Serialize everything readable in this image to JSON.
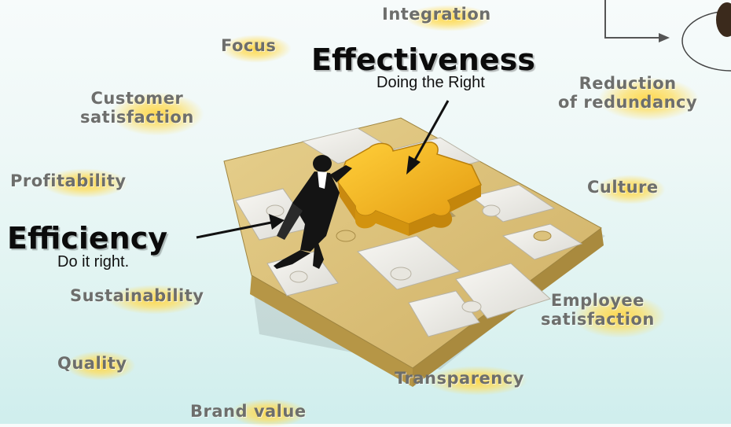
{
  "keywords": {
    "integration": "Integration",
    "focus": "Focus",
    "customer_1": "Customer",
    "customer_2": "satisfaction",
    "profitability": "Profitability",
    "sustainability": "Sustainability",
    "quality": "Quality",
    "brand_value": "Brand value",
    "transparency": "Transparency",
    "employee_1": "Employee",
    "employee_2": "satisfaction",
    "culture": "Culture",
    "reduction_1": "Reduction",
    "reduction_2": "of redundancy"
  },
  "effectiveness": {
    "title": "Effectiveness",
    "subtitle": "Doing the Right"
  },
  "efficiency": {
    "title": "Efficiency",
    "subtitle": "Do it right."
  },
  "colors": {
    "keyword_text": "#6d6e6c",
    "glow": "#ffd646",
    "puzzle_tan": "#d9be72",
    "puzzle_white": "#ecebe6",
    "puzzle_gold": "#f0b321"
  }
}
